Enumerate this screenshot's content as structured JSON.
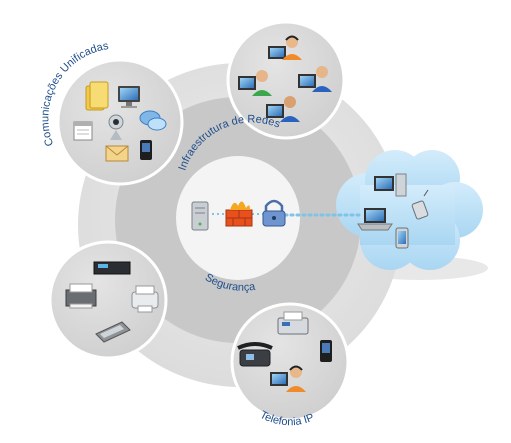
{
  "labels": {
    "unified_communications": "Comunicações Unificadas",
    "network_infrastructure": "Infraestrutura de Redes",
    "security": "Segurança",
    "ip_telephony": "Telefonia IP"
  },
  "colors": {
    "label_text": "#1f4e8c",
    "outer_ring": "#e3e3e3",
    "middle_ring": "#c9c9c9",
    "satellite": "#d8d8d8",
    "cloud": "#bfe1f6",
    "link_dots": "#7fc4e6",
    "firewall": "#e8501e"
  },
  "icons": {
    "unified": [
      "folder-icon",
      "monitor-icon",
      "calendar-icon",
      "webcam-icon",
      "chat-bubbles-icon",
      "mail-icon",
      "smartphone-icon"
    ],
    "people": [
      "headset-agent-icon",
      "user-at-computer-icon",
      "user-at-computer-icon",
      "user-at-computer-icon"
    ],
    "core": [
      "server-icon",
      "firewall-icon",
      "lock-icon"
    ],
    "cloud": [
      "desktop-tower-icon",
      "laptop-icon",
      "pda-icon",
      "tablet-icon"
    ],
    "printing": [
      "label-printer-icon",
      "laser-printer-icon",
      "photo-printer-icon",
      "scanner-icon"
    ],
    "telephony": [
      "fax-icon",
      "desk-phone-icon",
      "smartphone-icon",
      "headset-agent-icon"
    ]
  }
}
